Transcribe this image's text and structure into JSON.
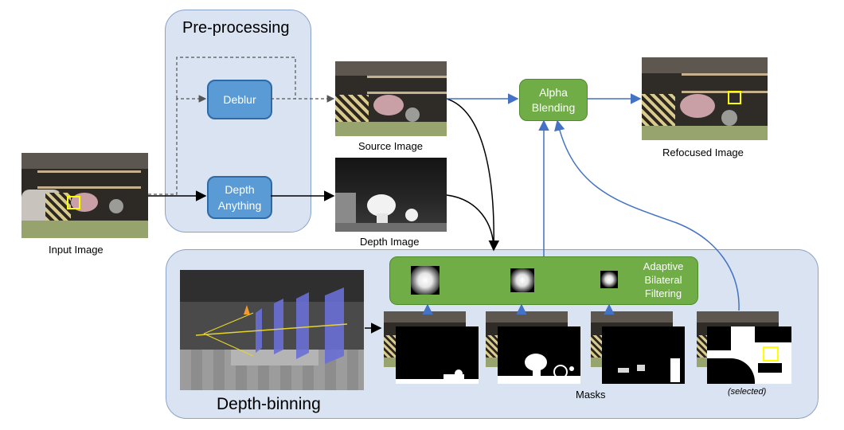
{
  "panels": {
    "preprocessing": {
      "title": "Pre-processing"
    },
    "depth_binning": {
      "title": "Depth-binning"
    }
  },
  "nodes": {
    "deblur": "Deblur",
    "depth_anything_line1": "Depth",
    "depth_anything_line2": "Anything",
    "alpha_blending_line1": "Alpha",
    "alpha_blending_line2": "Blending",
    "abf_line1": "Adaptive",
    "abf_line2": "Bilateral",
    "abf_line3": "Filtering"
  },
  "captions": {
    "input_image": "Input Image",
    "source_image": "Source Image",
    "depth_image": "Depth Image",
    "refocused_image": "Refocused Image",
    "masks": "Masks",
    "selected": "(selected)"
  },
  "colors": {
    "panel_fill": "#d9e3f2",
    "panel_border": "#8aa3c8",
    "process_blue": "#5b9bd5",
    "process_green": "#70ad47",
    "arrow_blue": "#4472c4",
    "arrow_black": "#000000",
    "focus_marker": "#ffff00",
    "depth_plane": "#6a6fd6"
  }
}
